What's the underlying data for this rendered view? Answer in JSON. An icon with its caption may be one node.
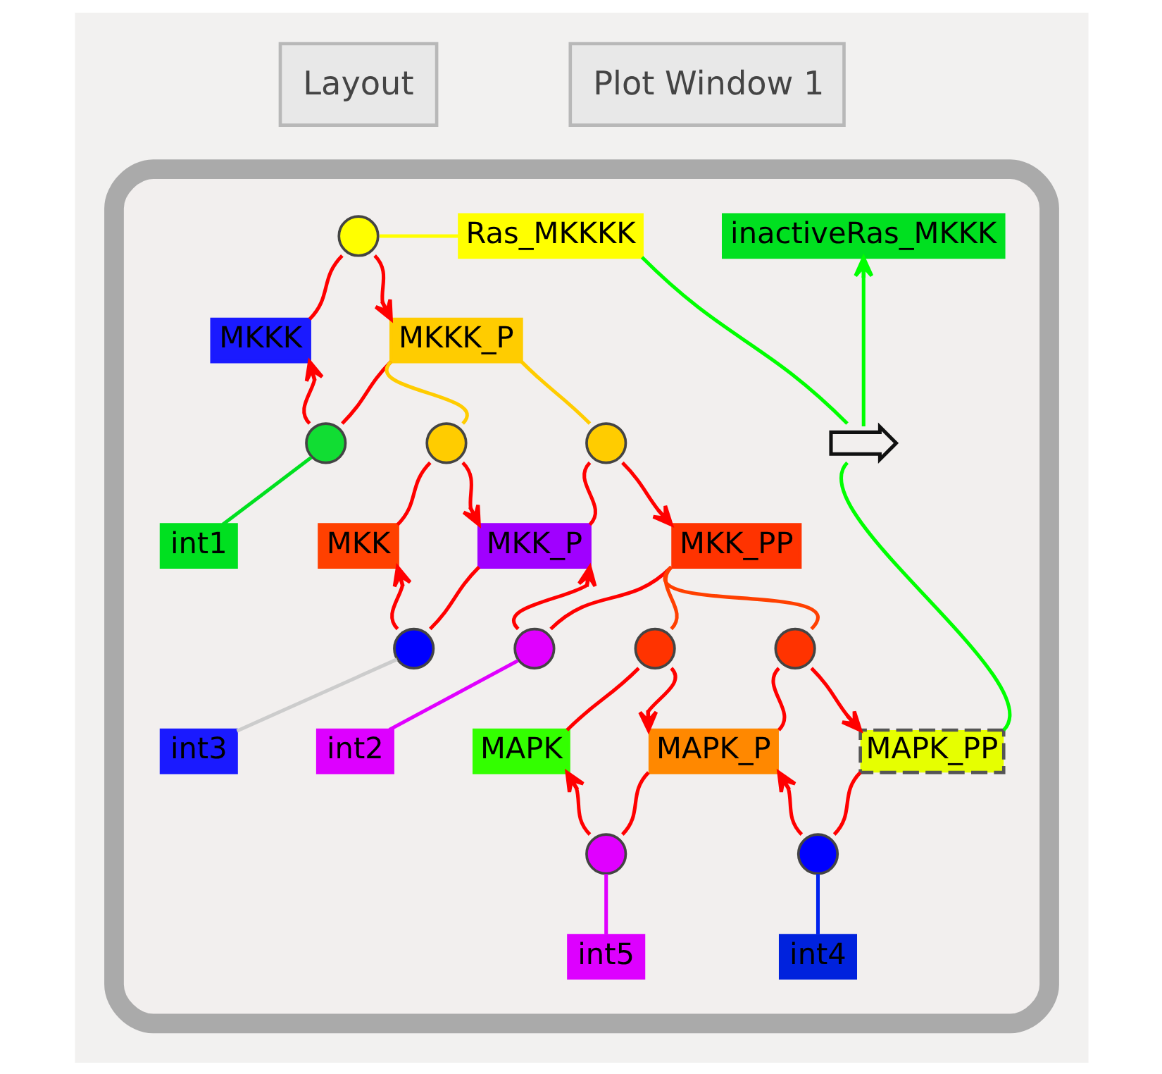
{
  "diagram": {
    "nodes": [
      {
        "text": [],
        "shape": "box"
      },
      {
        "text": [],
        "shape": "circle",
        "in": 0
      },
      {
        "text": [
          "Ras_MKKKK"
        ],
        "in": 0
      },
      {
        "text": [
          "inactiveRas_MKKK"
        ],
        "in": 0
      },
      {
        "text": [
          "MKKK"
        ],
        "in": 0
      },
      {
        "text": [],
        "shape": "circle",
        "in": 0
      },
      {
        "text": [
          "MKKK_P"
        ],
        "in": 0
      },
      {
        "text": [
          "int1"
        ],
        "in": 0
      },
      {
        "text": [],
        "shape": "circle",
        "in": 0
      },
      {
        "text": [],
        "shape": "circle",
        "in": 0
      },
      {
        "text": [],
        "shape": "arrow",
        "in": 0
      },
      {
        "text": [
          "MKK"
        ],
        "in": 0
      },
      {
        "text": [],
        "shape": "circle",
        "in": 0
      },
      {
        "text": [
          "MKK_P"
        ],
        "in": 0
      },
      {
        "text": [],
        "shape": "circle",
        "in": 0
      },
      {
        "text": [
          "MKK_PP"
        ],
        "in": 0
      },
      {
        "text": [
          "int3"
        ],
        "in": 0
      },
      {
        "text": [
          "int2"
        ],
        "in": 0
      },
      {
        "text": [],
        "shape": "circle",
        "in": 0
      },
      {
        "text": [],
        "shape": "circle",
        "in": 0
      },
      {
        "text": [
          "MAPK"
        ],
        "in": 0
      },
      {
        "text": [],
        "shape": "circle",
        "in": 0
      },
      {
        "text": [
          "MAPK_P"
        ],
        "in": 0
      },
      {
        "text": [],
        "shape": "circle",
        "in": 0
      },
      {
        "text": [
          "MAPK_PP"
        ],
        "in": 0
      },
      {
        "text": [
          "int5"
        ],
        "in": 0
      },
      {
        "text": [
          "int4"
        ],
        "in": 0
      }
    ],
    "edges": [
      {
        "from": 1,
        "to": 2,
        "arrow": "none",
        "color": "#ffff00"
      },
      {
        "from": 4,
        "to": 1,
        "arrow": "none"
      },
      {
        "from": 1,
        "to": 6,
        "arrow": "to"
      },
      {
        "from": 6,
        "to": 5,
        "arrow": "none"
      },
      {
        "from": 5,
        "to": 4,
        "arrow": "to"
      },
      {
        "from": 5,
        "to": 7,
        "arrow": "none",
        "color": "#00e020"
      },
      {
        "from": 2,
        "to": 10,
        "arrow": "none",
        "color": "#00ff00"
      },
      {
        "from": 10,
        "to": 3,
        "arrow": "to",
        "color": "#00ff00"
      },
      {
        "from": 6,
        "to": 8,
        "arrow": "none",
        "color": "#ffcc00"
      },
      {
        "from": 11,
        "to": 8,
        "arrow": "none"
      },
      {
        "from": 8,
        "to": 13,
        "arrow": "to"
      },
      {
        "from": 6,
        "to": 9,
        "arrow": "none",
        "color": "#ffcc00"
      },
      {
        "from": 13,
        "to": 9,
        "arrow": "none"
      },
      {
        "from": 9,
        "to": 15,
        "arrow": "to"
      },
      {
        "from": 24,
        "to": 10,
        "arrow": "none",
        "color": "#00ff00"
      },
      {
        "from": 13,
        "to": 12,
        "arrow": "none"
      },
      {
        "from": 12,
        "to": 11,
        "arrow": "to"
      },
      {
        "from": 12,
        "to": 16,
        "arrow": "none",
        "color": "#cccccc"
      },
      {
        "from": 15,
        "to": 14,
        "arrow": "none"
      },
      {
        "from": 14,
        "to": 13,
        "arrow": "to"
      },
      {
        "from": 14,
        "to": 17,
        "arrow": "none",
        "color": "#e000ff"
      },
      {
        "from": 15,
        "to": 18,
        "arrow": "none",
        "color": "#ff4000"
      },
      {
        "from": 20,
        "to": 18,
        "arrow": "none"
      },
      {
        "from": 18,
        "to": 22,
        "arrow": "to"
      },
      {
        "from": 15,
        "to": 19,
        "arrow": "none",
        "color": "#ff4000"
      },
      {
        "from": 22,
        "to": 19,
        "arrow": "none"
      },
      {
        "from": 19,
        "to": 24,
        "arrow": "to"
      },
      {
        "from": 22,
        "to": 21,
        "arrow": "none"
      },
      {
        "from": 21,
        "to": 20,
        "arrow": "to"
      },
      {
        "from": 21,
        "to": 25,
        "arrow": "none",
        "color": "#e000ff"
      },
      {
        "from": 24,
        "to": 23,
        "arrow": "none"
      },
      {
        "from": 23,
        "to": 22,
        "arrow": "to"
      },
      {
        "from": 23,
        "to": 26,
        "arrow": "none",
        "color": "#0022ee"
      }
    ],
    "labels": [
      "Layout",
      "Plot Window 1"
    ]
  }
}
